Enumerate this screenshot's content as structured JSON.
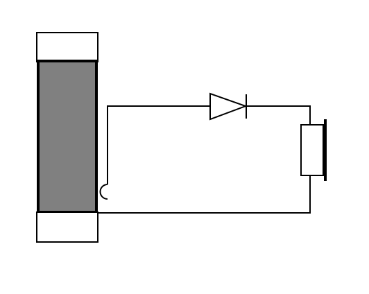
{
  "diagram": {
    "components": [
      {
        "id": "cell",
        "kind": "electrochemical-cell",
        "parts": [
          "top-cap",
          "gray-body",
          "bottom-cap"
        ]
      },
      {
        "id": "diode",
        "kind": "diode",
        "orientation": "points-right"
      },
      {
        "id": "resistor",
        "kind": "resistor"
      },
      {
        "id": "plate",
        "kind": "electrode-plate"
      }
    ],
    "colors": {
      "stroke": "#000000",
      "cell_body": "#808080",
      "cap_fill": "#ffffff",
      "background": "#ffffff"
    }
  }
}
